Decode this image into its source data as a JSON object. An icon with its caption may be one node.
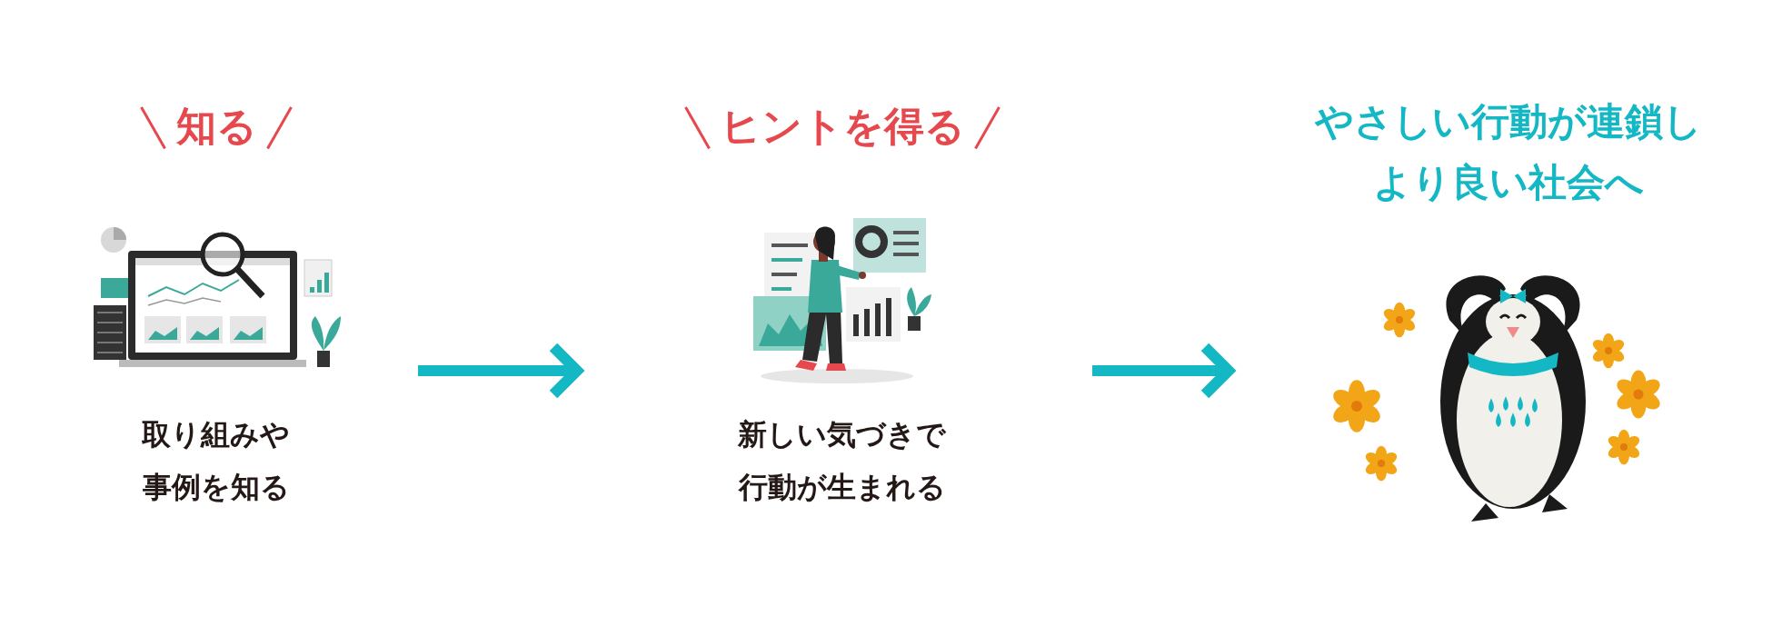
{
  "diagram": {
    "nodes": [
      {
        "text": [
          "知る",
          "取り組みや事例を知る"
        ]
      },
      {
        "text": [
          "ヒントを得る",
          "新しい気づきで行動が生まれる"
        ]
      },
      {
        "text": [
          "やさしい行動が連鎖しより良い社会へ"
        ]
      }
    ],
    "edges": [
      {
        "from": 0,
        "to": 1,
        "arrow": "to"
      },
      {
        "from": 1,
        "to": 2,
        "arrow": "to"
      }
    ]
  }
}
